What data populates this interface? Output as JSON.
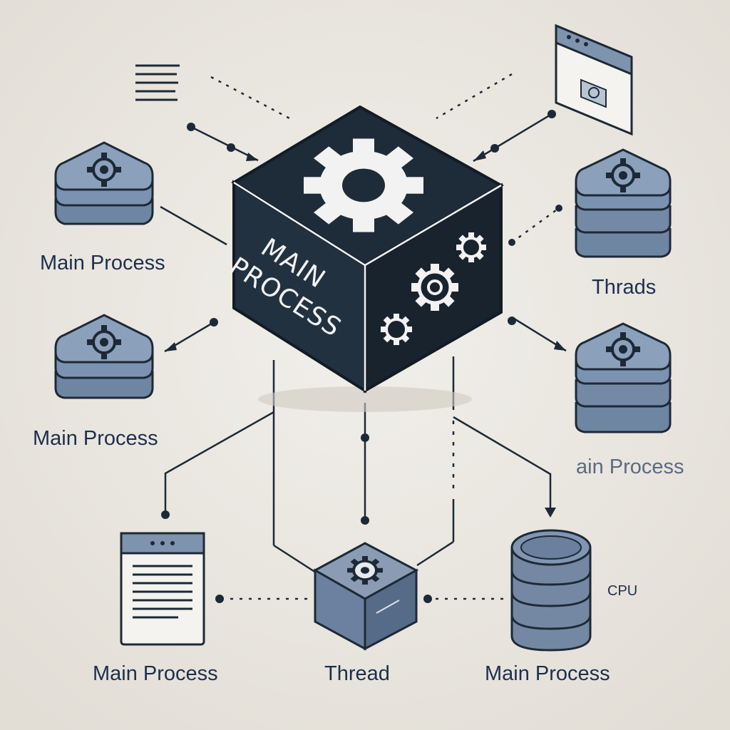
{
  "diagram": {
    "central_box": {
      "line1": "MAIN",
      "line2": "PROCESS"
    },
    "labels": {
      "left_top": "Main Process",
      "left_middle": "Main Process",
      "right_top": "Thrads",
      "right_middle": "ain Process",
      "bottom_left": "Main Process",
      "bottom_center": "Thread",
      "bottom_right": "Main Process",
      "cpu": "CPU"
    },
    "icons": [
      "list-lines-icon",
      "browser-window-icon",
      "gear-icon",
      "server-stack-icon",
      "database-cylinder-icon",
      "document-icon",
      "cube-icon"
    ],
    "colors": {
      "background": "#e9e6df",
      "cube_dark": "#1f2e3d",
      "cube_light_face": "#24313f",
      "stack_fill": "#7b93b0",
      "stack_outline": "#1d2936",
      "gear_white": "#f3f3f3",
      "label_text": "#1e2f4c"
    }
  }
}
